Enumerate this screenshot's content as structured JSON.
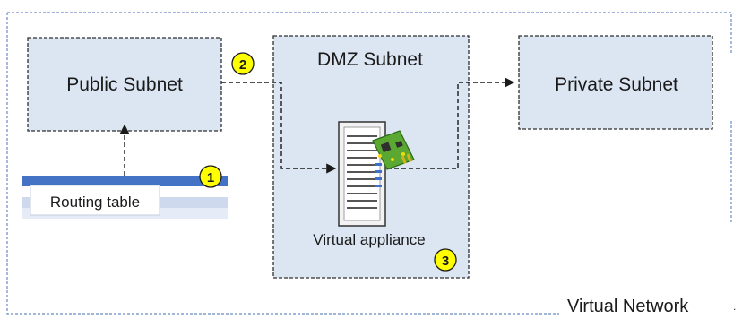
{
  "vnet": {
    "label": "Virtual Network"
  },
  "public_subnet": {
    "label": "Public Subnet"
  },
  "dmz_subnet": {
    "label": "DMZ Subnet",
    "appliance_label": "Virtual appliance"
  },
  "private_subnet": {
    "label": "Private Subnet"
  },
  "routing_table": {
    "label": "Routing table"
  },
  "badges": {
    "one": "1",
    "two": "2",
    "three": "3"
  },
  "colors": {
    "subnet_fill": "#dce6f2",
    "dashed_border": "#2f2f2f",
    "vnet_border": "#6a8bc4",
    "badge_fill": "#ffff00",
    "routing_header": "#4472c4",
    "routing_row": "#cfd9ee"
  },
  "icons": {
    "appliance": "server-with-network-card-icon"
  }
}
